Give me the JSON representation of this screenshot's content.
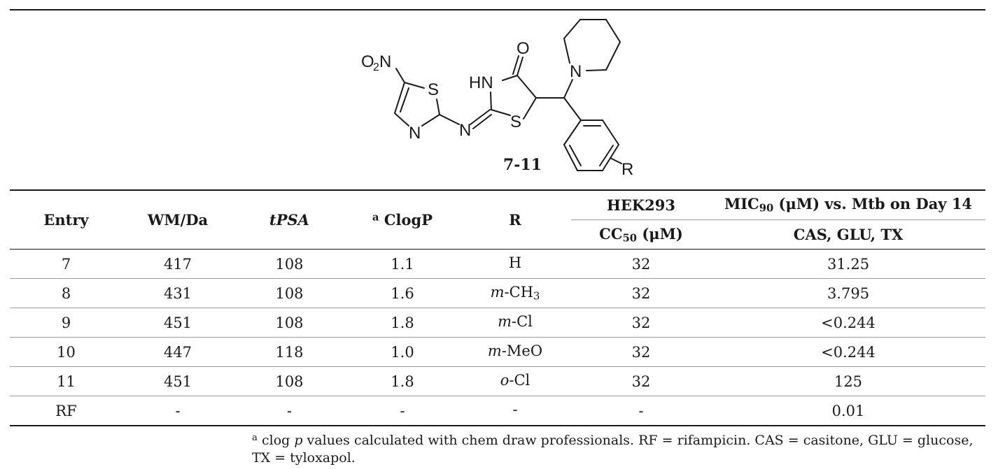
{
  "structure": {
    "label": "7-11",
    "atoms": {
      "o2n_o": "O",
      "o2n_sub": "2",
      "o2n_n": "N",
      "thiazole_s": "S",
      "thiazole_n": "N",
      "imine_n": "N",
      "hn": "HN",
      "ring_s": "S",
      "carbonyl_o": "O",
      "pip_n": "N",
      "r": "R"
    }
  },
  "table": {
    "headers": {
      "entry": "Entry",
      "wm": "WM/Da",
      "tpsa": "tPSA",
      "clogp_mark": "a",
      "clogp": " ClogP",
      "r": "R",
      "hek": "HEK293",
      "cc50_prefix": "CC",
      "cc50_sub": "50",
      "cc50_suffix": " (μM)",
      "mic_prefix": "MIC",
      "mic_sub": "90",
      "mic_suffix": " (μM) vs. Mtb on Day 14",
      "media": "CAS, GLU, TX"
    },
    "rows": [
      {
        "entry": "7",
        "wm": "417",
        "tpsa": "108",
        "clogp": "1.1",
        "r_pre": "",
        "r_mid": "H",
        "r_sub": "",
        "cc50": "32",
        "mic": "31.25"
      },
      {
        "entry": "8",
        "wm": "431",
        "tpsa": "108",
        "clogp": "1.6",
        "r_pre": "m",
        "r_mid": "-CH",
        "r_sub": "3",
        "cc50": "32",
        "mic": "3.795"
      },
      {
        "entry": "9",
        "wm": "451",
        "tpsa": "108",
        "clogp": "1.8",
        "r_pre": "m",
        "r_mid": "-Cl",
        "r_sub": "",
        "cc50": "32",
        "mic": "<0.244"
      },
      {
        "entry": "10",
        "wm": "447",
        "tpsa": "118",
        "clogp": "1.0",
        "r_pre": "m",
        "r_mid": "-MeO",
        "r_sub": "",
        "cc50": "32",
        "mic": "<0.244"
      },
      {
        "entry": "11",
        "wm": "451",
        "tpsa": "108",
        "clogp": "1.8",
        "r_pre": "o",
        "r_mid": "-Cl",
        "r_sub": "",
        "cc50": "32",
        "mic": "125"
      },
      {
        "entry": "RF",
        "wm": "-",
        "tpsa": "-",
        "clogp": "-",
        "r_pre": "",
        "r_mid": "-",
        "r_sub": "",
        "cc50": "-",
        "mic": "0.01"
      }
    ]
  },
  "footnote": {
    "mark": "a",
    "part1": " clog ",
    "p": "p",
    "part2": " values calculated with chem draw professionals.  RF = rifampicin.  CAS = casitone, GLU = glucose, TX = tyloxapol."
  }
}
